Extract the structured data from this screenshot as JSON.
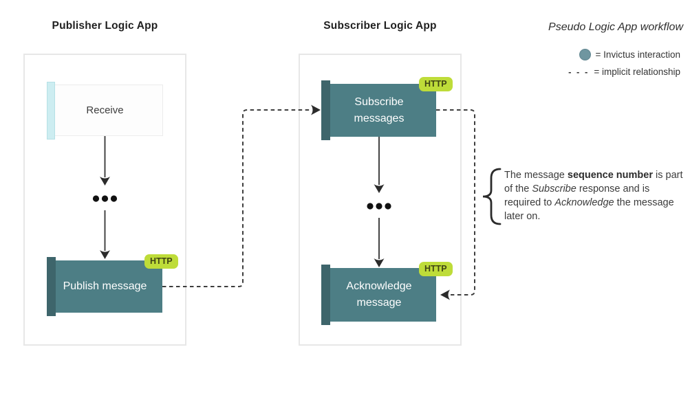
{
  "publisher": {
    "title": "Publisher Logic App",
    "receive_label": "Receive",
    "publish_label": "Publish message",
    "publish_badge": "HTTP"
  },
  "subscriber": {
    "title": "Subscriber Logic App",
    "subscribe_label": "Subscribe messages",
    "subscribe_badge": "HTTP",
    "acknowledge_label": "Acknowledge message",
    "acknowledge_badge": "HTTP"
  },
  "legend": {
    "title": "Pseudo Logic App workflow",
    "invictus_label": "= Invictus interaction",
    "implicit_symbol": "- - -",
    "implicit_label": "= implicit relationship"
  },
  "annotation": {
    "part1": "The message ",
    "bold1": "sequence number",
    "part2": " is part of the ",
    "italic1": "Subscribe",
    "part3": " response and is required to ",
    "italic2": "Acknowledge",
    "part4": " the message later on."
  },
  "colors": {
    "node_teal": "#4d7e85",
    "node_teal_dark": "#3e656b",
    "receive_strip": "#cdedf1",
    "http_badge": "#bedc39",
    "legend_circle": "#6f96a0",
    "connector": "#3d3d3d"
  }
}
